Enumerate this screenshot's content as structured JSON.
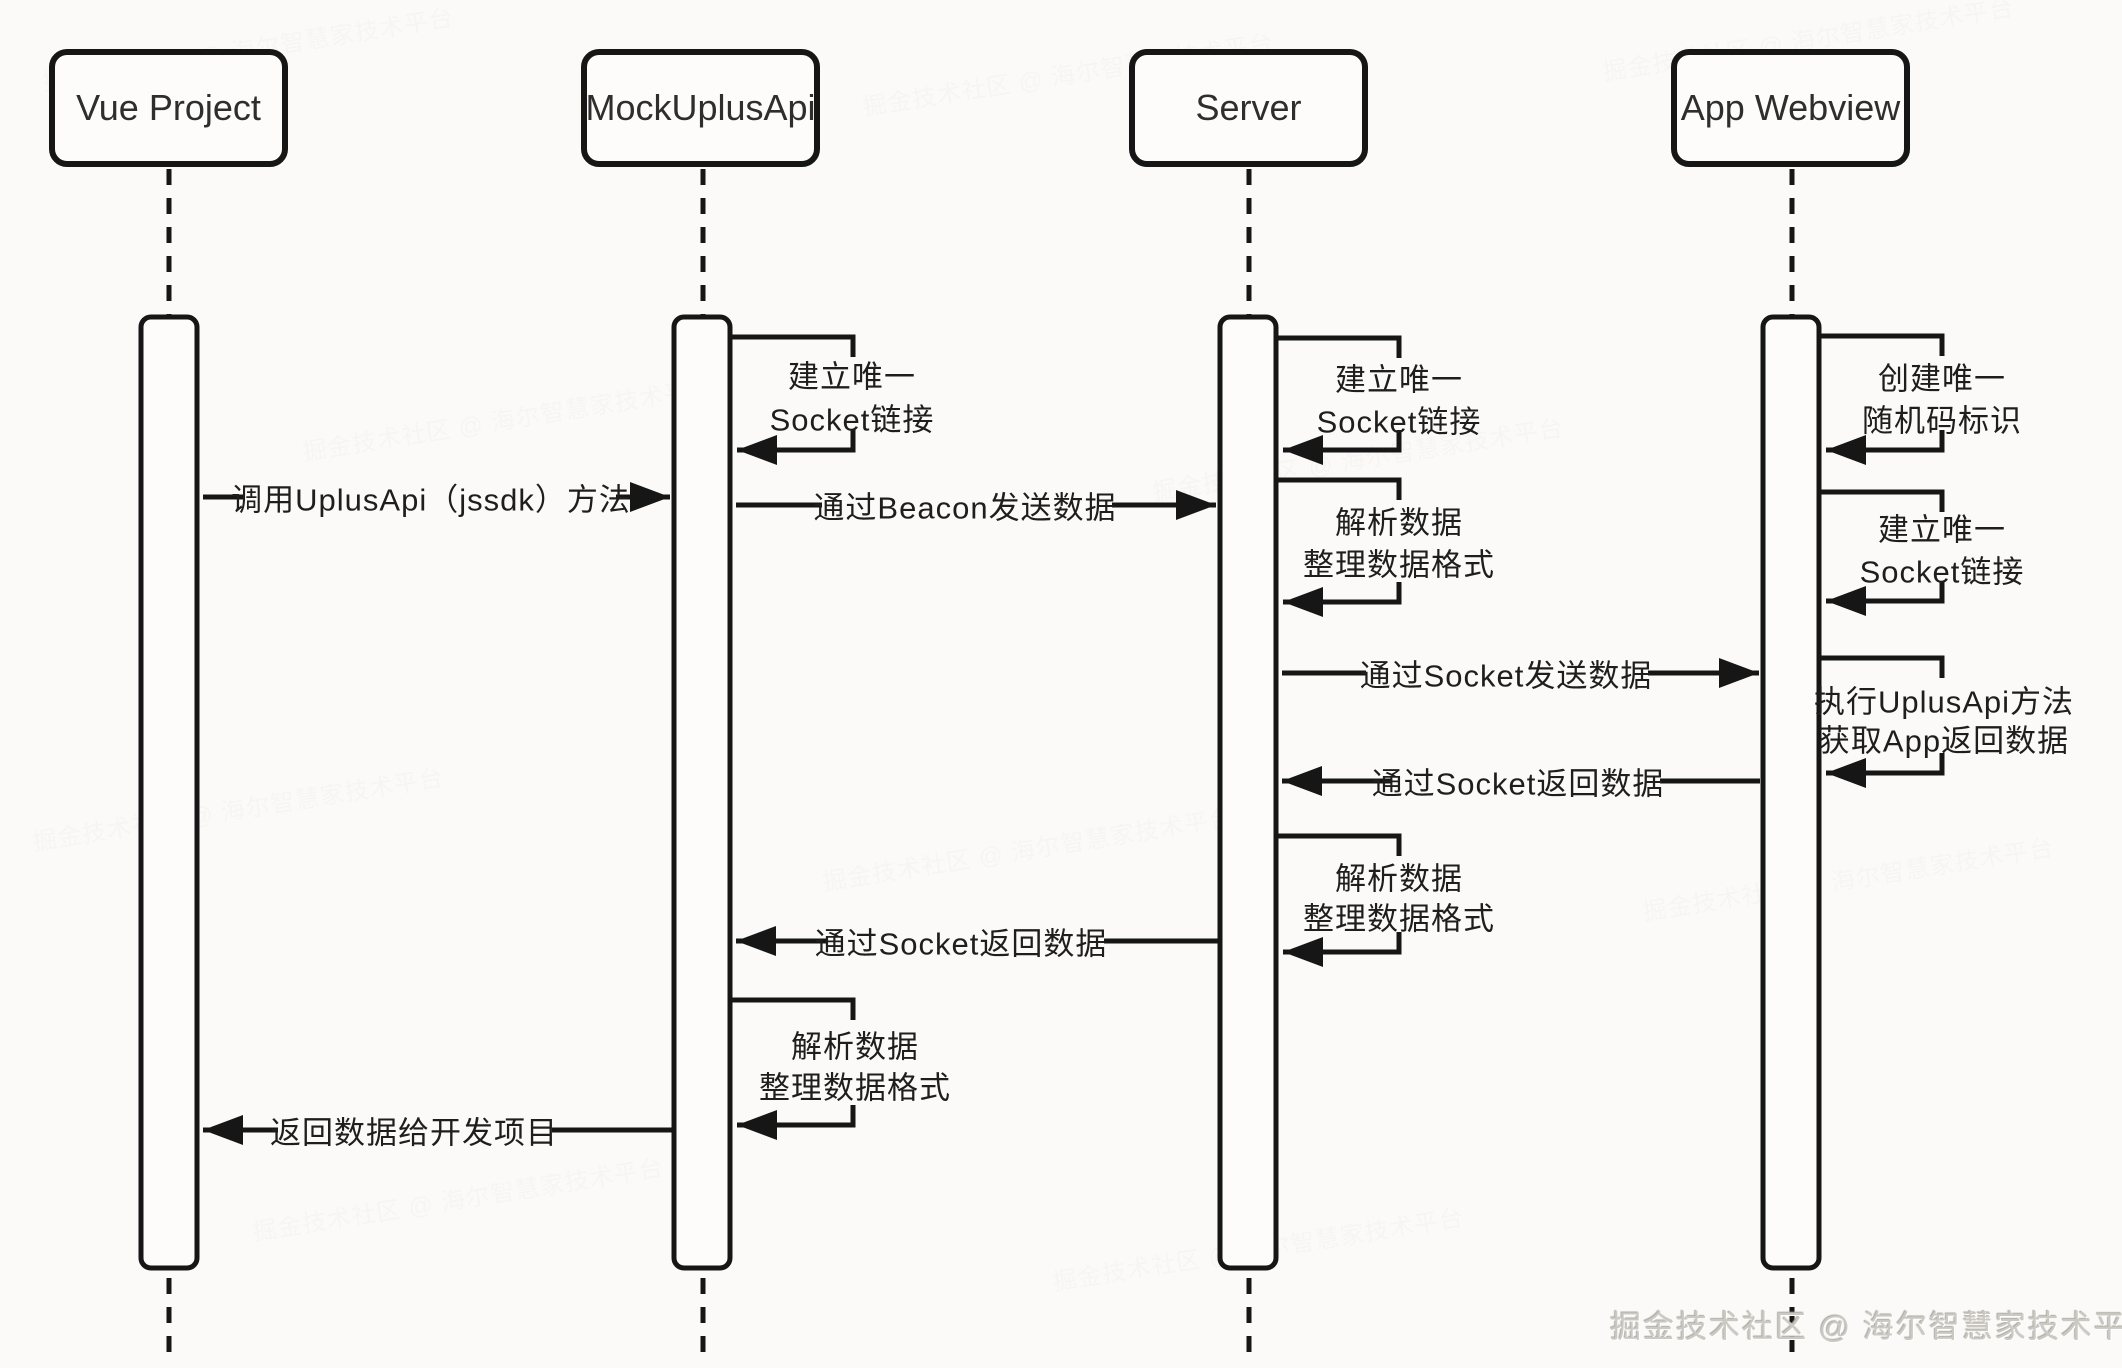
{
  "diagram": {
    "type": "sequence-diagram",
    "colors": {
      "background": "#fbfaf8",
      "line": "#161616",
      "text": "#1e1e1e",
      "watermark": "#ccc8c2"
    },
    "actors": [
      {
        "label": "Vue Project"
      },
      {
        "label": "MockUplusApi"
      },
      {
        "label": "Server"
      },
      {
        "label": "App Webview"
      }
    ],
    "messages": [
      {
        "from": "Vue Project",
        "to": "MockUplusApi",
        "label": "调用UplusApi（jssdk）方法"
      },
      {
        "from": "MockUplusApi",
        "to": "Server",
        "label": "通过Beacon发送数据"
      },
      {
        "from": "Server",
        "to": "App Webview",
        "label": "通过Socket发送数据"
      },
      {
        "from": "App Webview",
        "to": "Server",
        "label": "通过Socket返回数据"
      },
      {
        "from": "Server",
        "to": "MockUplusApi",
        "label": "通过Socket返回数据"
      },
      {
        "from": "MockUplusApi",
        "to": "Vue Project",
        "label": "返回数据给开发项目"
      }
    ],
    "self_messages": [
      {
        "actor": "MockUplusApi",
        "lines": [
          "建立唯一",
          "Socket链接"
        ]
      },
      {
        "actor": "Server",
        "lines": [
          "建立唯一",
          "Socket链接"
        ]
      },
      {
        "actor": "App Webview",
        "lines": [
          "创建唯一",
          "随机码标识"
        ]
      },
      {
        "actor": "Server",
        "lines": [
          "解析数据",
          "整理数据格式"
        ]
      },
      {
        "actor": "App Webview",
        "lines": [
          "建立唯一",
          "Socket链接"
        ]
      },
      {
        "actor": "App Webview",
        "lines": [
          "执行UplusApi方法",
          "获取App返回数据"
        ]
      },
      {
        "actor": "Server",
        "lines": [
          "解析数据",
          "整理数据格式"
        ]
      },
      {
        "actor": "MockUplusApi",
        "lines": [
          "解析数据",
          "整理数据格式"
        ]
      }
    ],
    "watermark": "掘金技术社区 @ 海尔智慧家技术平台"
  }
}
